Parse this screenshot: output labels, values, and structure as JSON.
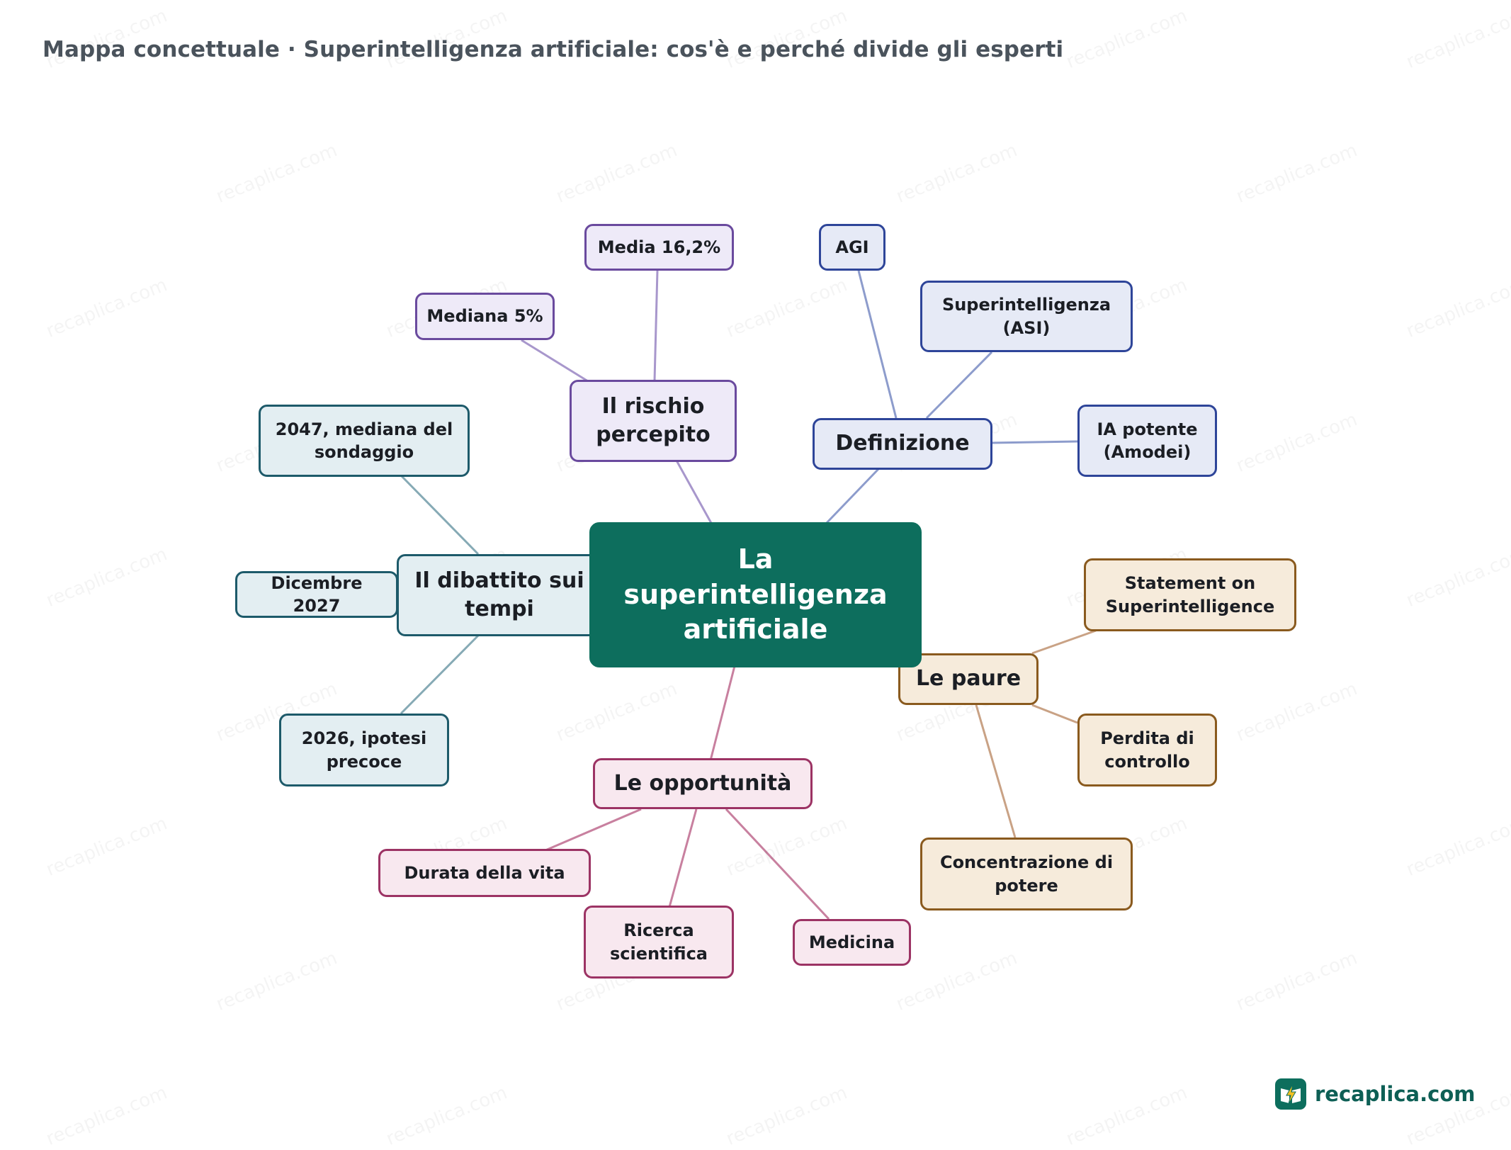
{
  "title": "Mappa concettuale · Superintelligenza artificiale: cos'è e perché divide gli esperti",
  "root": {
    "label": [
      "La",
      "superintelligenza",
      "artificiale"
    ]
  },
  "branches": {
    "rischio": {
      "label": [
        "Il rischio",
        "percepito"
      ],
      "color": "#6a4a9e"
    },
    "definizione": {
      "label": [
        "Definizione"
      ],
      "color": "#2e4599"
    },
    "dibattito": {
      "label": [
        "Il dibattito sui",
        "tempi"
      ],
      "color": "#1d5a6a"
    },
    "paure": {
      "label": [
        "Le paure"
      ],
      "color": "#8a5a1e"
    },
    "opportunita": {
      "label": [
        "Le opportunità"
      ],
      "color": "#9c3364"
    }
  },
  "leaves": {
    "media": [
      "Media 16,2%"
    ],
    "mediana": [
      "Mediana 5%"
    ],
    "agi": [
      "AGI"
    ],
    "asi": [
      "Superintelligenza",
      "(ASI)"
    ],
    "ia_potente": [
      "IA potente",
      "(Amodei)"
    ],
    "y2047": [
      "2047, mediana del",
      "sondaggio"
    ],
    "dic2027": [
      "Dicembre 2027"
    ],
    "y2026": [
      "2026, ipotesi",
      "precoce"
    ],
    "statement": [
      "Statement on",
      "Superintelligence"
    ],
    "perdita": [
      "Perdita di",
      "controllo"
    ],
    "concentrazione": [
      "Concentrazione di",
      "potere"
    ],
    "durata": [
      "Durata della vita"
    ],
    "ricerca": [
      "Ricerca",
      "scientifica"
    ],
    "medicina": [
      "Medicina"
    ]
  },
  "watermark": "recaplica.com",
  "brand": {
    "name": "recaplica.com",
    "icon": "lightning-book-icon"
  }
}
